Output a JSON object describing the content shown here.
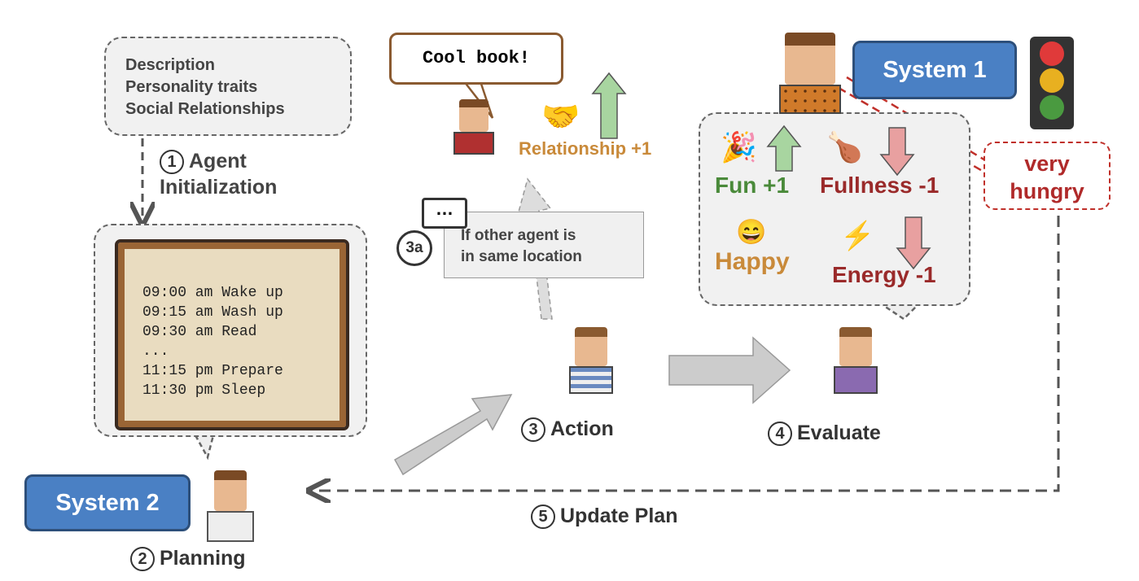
{
  "init_box": {
    "lines": [
      "Description",
      "Personality traits",
      "Social Relationships"
    ]
  },
  "steps": {
    "s1": {
      "num": "1",
      "label_l1": "Agent",
      "label_l2": "Initialization"
    },
    "s2": {
      "num": "2",
      "label": "Planning"
    },
    "s3": {
      "num": "3",
      "label": "Action"
    },
    "s3a": {
      "num": "3a",
      "text_l1": "If other agent is",
      "text_l2": "in same location"
    },
    "s4": {
      "num": "4",
      "label": "Evaluate"
    },
    "s5": {
      "num": "5",
      "label": "Update Plan"
    }
  },
  "schedule": [
    "09:00 am Wake up",
    "09:15 am Wash up",
    "09:30 am Read",
    "...",
    "11:15 pm Prepare",
    "11:30 pm Sleep"
  ],
  "system1": "System 1",
  "system2": "System 2",
  "speech": "Cool book!",
  "relationship": "Relationship +1",
  "stats": {
    "fun": "Fun +1",
    "fullness": "Fullness -1",
    "happy": "Happy",
    "energy": "Energy -1"
  },
  "alert": {
    "l1": "very",
    "l2": "hungry"
  },
  "colors": {
    "blue": "#4a80c4",
    "green": "#4a8a3a",
    "red": "#9a2a2a",
    "orange": "#c98a3a"
  }
}
